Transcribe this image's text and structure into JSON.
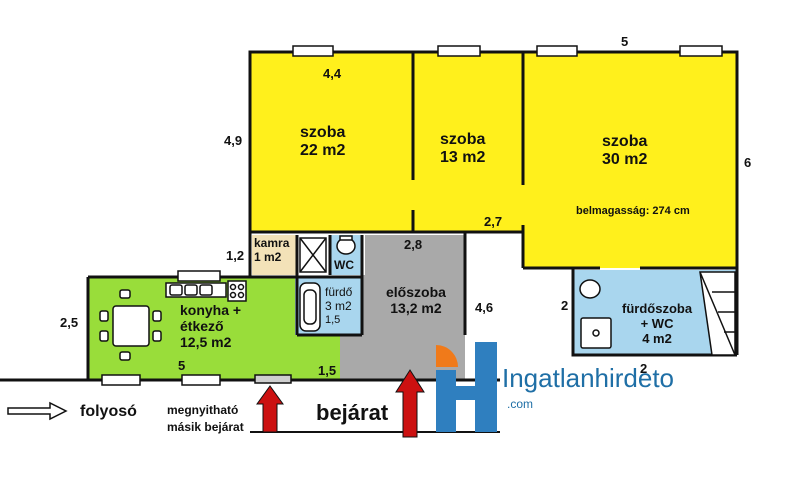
{
  "rooms": {
    "szoba1": {
      "name": "szoba",
      "area": "22 m2"
    },
    "szoba2": {
      "name": "szoba",
      "area": "13 m2"
    },
    "szoba3": {
      "name": "szoba",
      "area": "30 m2",
      "note": "belmagasság: 274 cm"
    },
    "kamra": {
      "name": "kamra",
      "area": "1 m2"
    },
    "wc": {
      "name": "WC"
    },
    "furdo": {
      "name": "fürdő",
      "area": "3 m2",
      "width": "1,5"
    },
    "eloszoba": {
      "name": "előszoba",
      "area": "13,2 m2"
    },
    "konyha": {
      "line1": "konyha +",
      "line2": "étkező",
      "area": "12,5 m2"
    },
    "furdoszoba": {
      "line1": "fürdőszoba",
      "line2": "+ WC",
      "area": "4 m2"
    }
  },
  "dimensions": {
    "d44": "4,4",
    "d5_top": "5",
    "d49": "4,9",
    "d6": "6",
    "d27": "2,7",
    "d12": "1,2",
    "d28": "2,8",
    "d25": "2,5",
    "d46": "4,6",
    "d2_left": "2",
    "d2_bottom": "2",
    "d5_bottom": "5",
    "d15": "1,5"
  },
  "labels": {
    "folyoso": "folyosó",
    "masik_line1": "megnyitható",
    "masik_line2": "másik bejárat",
    "bejarat": "bejárat"
  },
  "watermark": {
    "brand": "Ingatlanhirdeto",
    "domain": ".com"
  },
  "colors": {
    "yellow": "#fff01c",
    "green": "#99dd3a",
    "gray": "#a9a9a9",
    "blue": "#a9d6ee",
    "beige": "#f3e2b8",
    "wall": "#111111",
    "arrow": "#cc1111"
  }
}
